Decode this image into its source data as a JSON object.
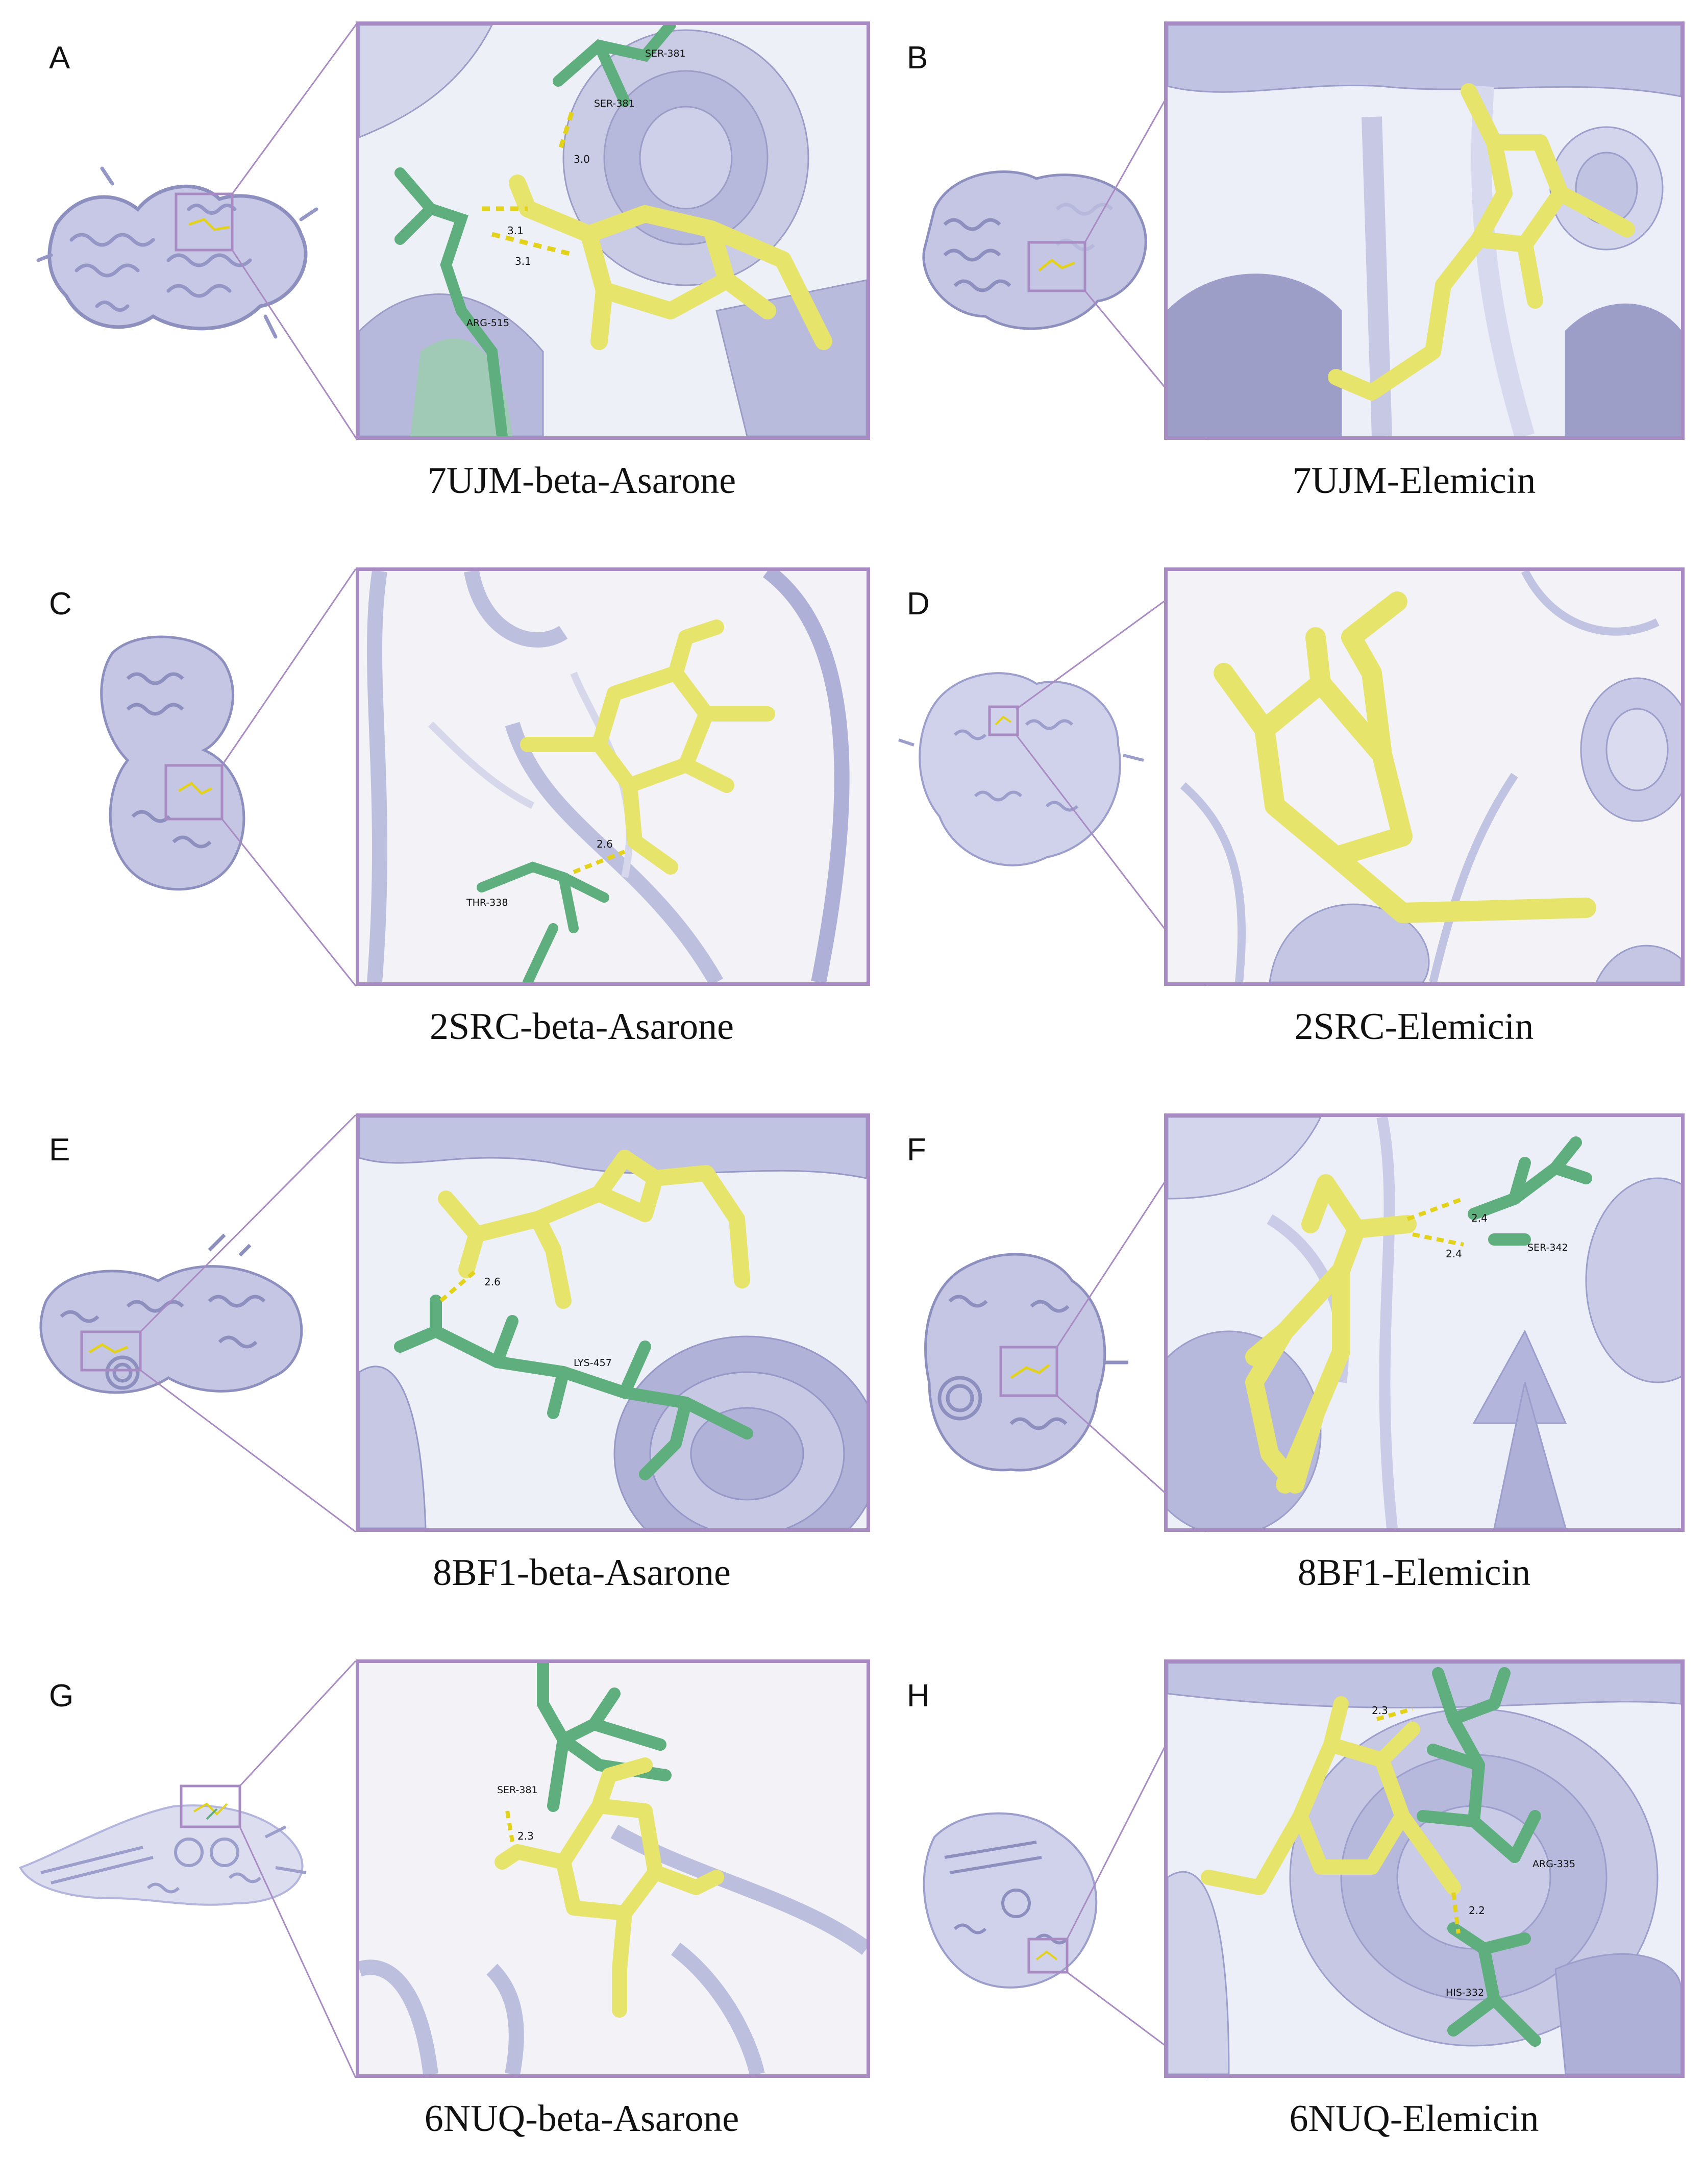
{
  "panels": [
    {
      "letter": "A",
      "caption": "7UJM-beta-Asarone",
      "residues": [
        "SER-381",
        "SER-381",
        "ARG-515"
      ],
      "distances": [
        "3.0",
        "3.1",
        "3.1"
      ]
    },
    {
      "letter": "B",
      "caption": "7UJM-Elemicin",
      "residues": [],
      "distances": []
    },
    {
      "letter": "C",
      "caption": "2SRC-beta-Asarone",
      "residues": [
        "THR-338"
      ],
      "distances": [
        "2.6"
      ]
    },
    {
      "letter": "D",
      "caption": "2SRC-Elemicin",
      "residues": [],
      "distances": []
    },
    {
      "letter": "E",
      "caption": "8BF1-beta-Asarone",
      "residues": [
        "LYS-457"
      ],
      "distances": [
        "2.6"
      ]
    },
    {
      "letter": "F",
      "caption": "8BF1-Elemicin",
      "residues": [
        "SER-342"
      ],
      "distances": [
        "2.4",
        "2.4"
      ]
    },
    {
      "letter": "G",
      "caption": "6NUQ-beta-Asarone",
      "residues": [
        "SER-381"
      ],
      "distances": [
        "2.3"
      ]
    },
    {
      "letter": "H",
      "caption": "6NUQ-Elemicin",
      "residues": [
        "ARG-335",
        "HIS-332"
      ],
      "distances": [
        "2.3",
        "2.2"
      ]
    }
  ],
  "colors": {
    "protein": "#b3b5dc",
    "protein_dark": "#8d8fbf",
    "ligand": "#e6e46a",
    "residue": "#5fae7e",
    "bond": "#e3d21a",
    "frame": "#a98bc4"
  }
}
